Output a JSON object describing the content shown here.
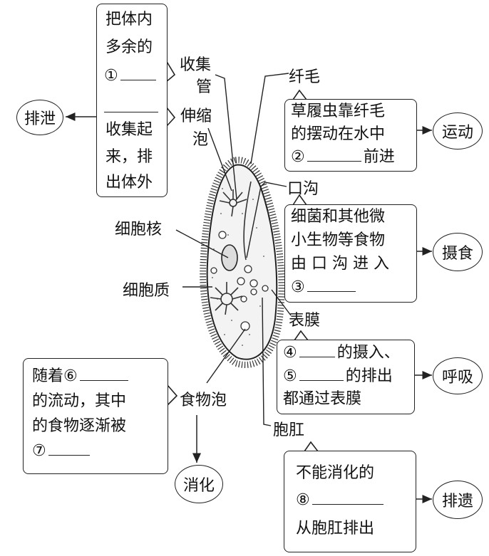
{
  "nodes": {
    "excretion": "排泄",
    "movement": "运动",
    "feeding": "摄食",
    "respiration": "呼吸",
    "digestion": "消化",
    "egestion": "排遗"
  },
  "labels": {
    "collecting_canal_1": "收集",
    "collecting_canal_2": "管",
    "contractile_vacuole_1": "伸缩",
    "contractile_vacuole_2": "泡",
    "cilia": "纤毛",
    "oral_groove": "口沟",
    "nucleus": "细胞核",
    "cytoplasm": "细胞质",
    "pellicle": "表膜",
    "food_vacuole": "食物泡",
    "anal_pore": "胞肛"
  },
  "boxes": {
    "excretion_top": [
      "把体内",
      "多余的",
      "①"
    ],
    "excretion_bottom": [
      "收集起",
      "来，排",
      "出体外"
    ],
    "movement": [
      "草履虫靠纤毛",
      "的摆动在水中",
      "②",
      "前进"
    ],
    "feeding": [
      "细菌和其他微",
      "小生物等食物",
      "由 口 沟 进 入",
      "③"
    ],
    "respiration": [
      "④",
      "的摄入、",
      "⑤",
      "的排出",
      "都通过表膜"
    ],
    "digestion": [
      "随着⑥",
      "的流动，其中",
      "的食物逐渐被",
      "⑦"
    ],
    "egestion": [
      "不能消化的",
      "⑧",
      "从胞肛排出"
    ]
  }
}
